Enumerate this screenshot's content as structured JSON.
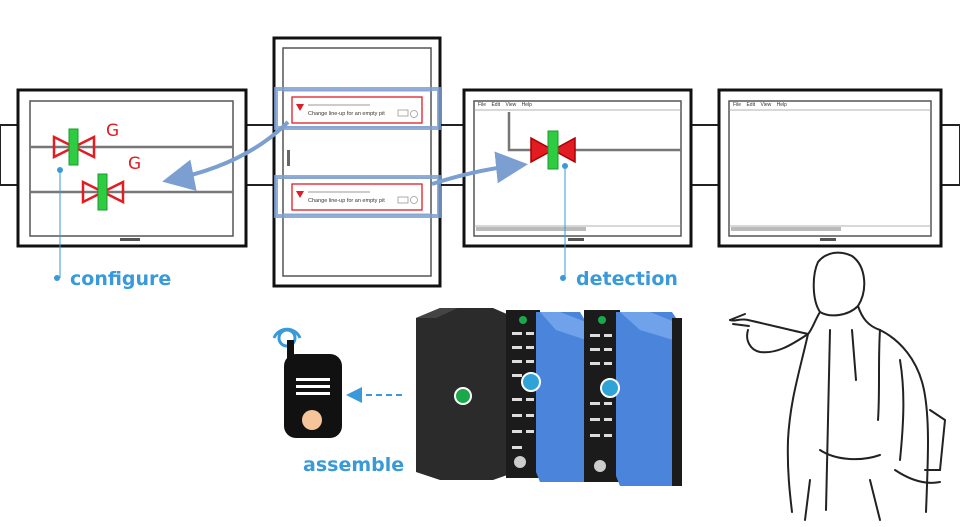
{
  "labels": {
    "configure": "configure",
    "detection": "detection",
    "assemble": "assemble",
    "valve_tag_1": "G",
    "valve_tag_2": "G"
  },
  "alarm_cards": [
    {
      "message": "Change line-up for an empty pit"
    },
    {
      "message": "Change line-up for an empty pit"
    }
  ],
  "menus": {
    "screen_3": [
      "File",
      "Edit",
      "View",
      "Help"
    ],
    "screen_4": [
      "File",
      "Edit",
      "View",
      "Help"
    ]
  },
  "colors": {
    "accent_blue": "#3a9ad9",
    "arrow_blue": "#7b9fd0",
    "valve_red": "#e31b23",
    "valve_green": "#2ecc40",
    "module_blue": "#4a85db",
    "module_dark": "#2b2b2b",
    "status_green": "#1aa84b"
  },
  "icons": [
    "valve-icon",
    "walkie-talkie-icon",
    "controller-module",
    "operator-sketch"
  ]
}
